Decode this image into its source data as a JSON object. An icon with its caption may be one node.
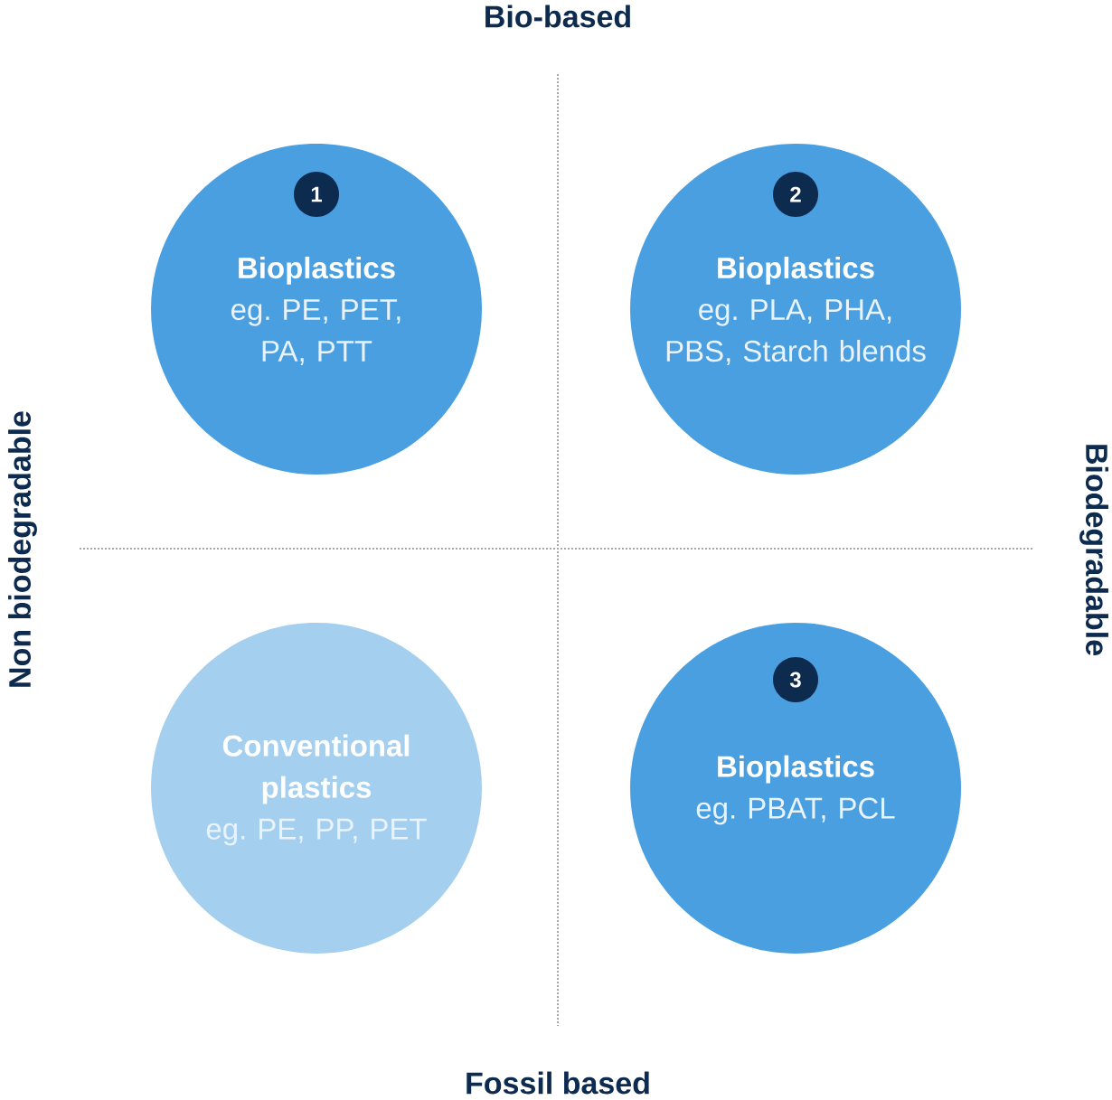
{
  "diagram": {
    "nodes": [
      {
        "text": [
          "Bioplastics",
          "eg. PE, PET, PA, PTT"
        ]
      },
      {
        "text": [
          "1"
        ],
        "in": 0
      },
      {
        "text": [
          "Bioplastics",
          "eg. PLA, PHA, PBS, Starch blends"
        ]
      },
      {
        "text": [
          "2"
        ],
        "in": 2
      },
      {
        "text": [
          "Conventional plastics",
          "eg. PE, PP, PET"
        ]
      },
      {
        "text": [
          "Bioplastics",
          "eg. PBAT, PCL"
        ]
      },
      {
        "text": [
          "3"
        ],
        "in": 5
      }
    ],
    "labels": [
      "Bio-based",
      "Non biodegradable",
      "Biodegradable",
      "Fossil based"
    ]
  }
}
